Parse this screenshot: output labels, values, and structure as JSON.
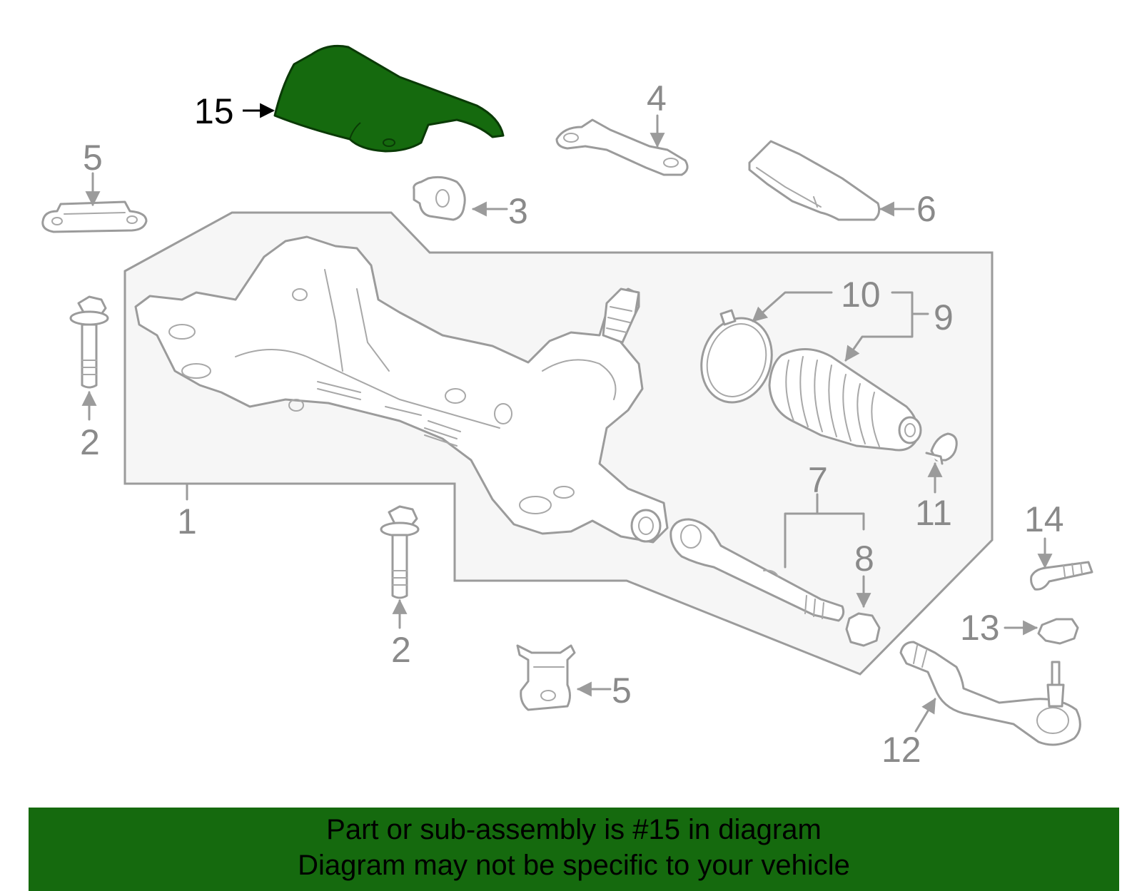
{
  "diagram": {
    "callouts": [
      "15",
      "4",
      "5",
      "3",
      "6",
      "10",
      "9",
      "2",
      "7",
      "8",
      "11",
      "1",
      "14",
      "13",
      "2",
      "5",
      "12"
    ],
    "highlight_color": "#156a0e",
    "highlighted_part": "15"
  },
  "banner": {
    "line1": "Part or sub-assembly is #15 in diagram",
    "line2": "Diagram may not be specific to your vehicle",
    "background": "#156a0e"
  }
}
